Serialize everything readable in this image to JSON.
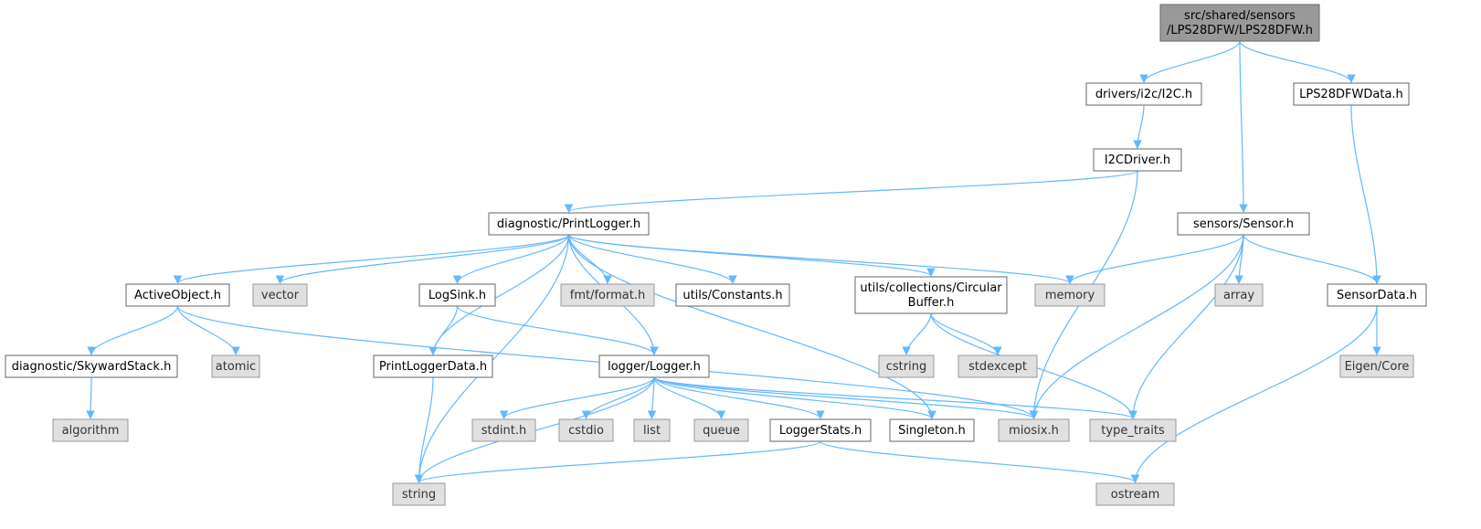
{
  "colors": {
    "edge": "#63b8ff",
    "root_fill": "#999999",
    "file_fill": "#ffffff",
    "system_fill": "#e0e0e0",
    "border": "#666666"
  },
  "nodes": [
    {
      "id": "root",
      "kind": "root",
      "lines": [
        "src/shared/sensors",
        "/LPS28DFW/LPS28DFW.h"
      ]
    },
    {
      "id": "i2c",
      "kind": "file",
      "lines": [
        "drivers/i2c/I2C.h"
      ]
    },
    {
      "id": "lpsdata",
      "kind": "file",
      "lines": [
        "LPS28DFWData.h"
      ]
    },
    {
      "id": "i2cdriver",
      "kind": "file",
      "lines": [
        "I2CDriver.h"
      ]
    },
    {
      "id": "sensor",
      "kind": "file",
      "lines": [
        "sensors/Sensor.h"
      ]
    },
    {
      "id": "printlogger",
      "kind": "file",
      "lines": [
        "diagnostic/PrintLogger.h"
      ]
    },
    {
      "id": "activeobject",
      "kind": "file",
      "lines": [
        "ActiveObject.h"
      ]
    },
    {
      "id": "vector",
      "kind": "sys",
      "lines": [
        "vector"
      ]
    },
    {
      "id": "logsink",
      "kind": "file",
      "lines": [
        "LogSink.h"
      ]
    },
    {
      "id": "fmt",
      "kind": "sys",
      "lines": [
        "fmt/format.h"
      ]
    },
    {
      "id": "constants",
      "kind": "file",
      "lines": [
        "utils/Constants.h"
      ]
    },
    {
      "id": "circbuf",
      "kind": "file",
      "lines": [
        "utils/collections/Circular",
        "Buffer.h"
      ]
    },
    {
      "id": "memory",
      "kind": "sys",
      "lines": [
        "memory"
      ]
    },
    {
      "id": "array",
      "kind": "sys",
      "lines": [
        "array"
      ]
    },
    {
      "id": "sensordata",
      "kind": "file",
      "lines": [
        "SensorData.h"
      ]
    },
    {
      "id": "skyward",
      "kind": "file",
      "lines": [
        "diagnostic/SkywardStack.h"
      ]
    },
    {
      "id": "atomic",
      "kind": "sys",
      "lines": [
        "atomic"
      ]
    },
    {
      "id": "printloggerdata",
      "kind": "file",
      "lines": [
        "PrintLoggerData.h"
      ]
    },
    {
      "id": "logger",
      "kind": "file",
      "lines": [
        "logger/Logger.h"
      ]
    },
    {
      "id": "cstring",
      "kind": "sys",
      "lines": [
        "cstring"
      ]
    },
    {
      "id": "stdexcept",
      "kind": "sys",
      "lines": [
        "stdexcept"
      ]
    },
    {
      "id": "eigen",
      "kind": "sys",
      "lines": [
        "Eigen/Core"
      ]
    },
    {
      "id": "algorithm",
      "kind": "sys",
      "lines": [
        "algorithm"
      ]
    },
    {
      "id": "stdint",
      "kind": "sys",
      "lines": [
        "stdint.h"
      ]
    },
    {
      "id": "cstdio",
      "kind": "sys",
      "lines": [
        "cstdio"
      ]
    },
    {
      "id": "list",
      "kind": "sys",
      "lines": [
        "list"
      ]
    },
    {
      "id": "queue",
      "kind": "sys",
      "lines": [
        "queue"
      ]
    },
    {
      "id": "loggerstats",
      "kind": "file",
      "lines": [
        "LoggerStats.h"
      ]
    },
    {
      "id": "singleton",
      "kind": "file",
      "lines": [
        "Singleton.h"
      ]
    },
    {
      "id": "miosix",
      "kind": "sys",
      "lines": [
        "miosix.h"
      ]
    },
    {
      "id": "typetraits",
      "kind": "sys",
      "lines": [
        "type_traits"
      ]
    },
    {
      "id": "string",
      "kind": "sys",
      "lines": [
        "string"
      ]
    },
    {
      "id": "ostream",
      "kind": "sys",
      "lines": [
        "ostream"
      ]
    }
  ],
  "edges": [
    [
      "root",
      "i2c"
    ],
    [
      "root",
      "sensor"
    ],
    [
      "root",
      "lpsdata"
    ],
    [
      "i2c",
      "i2cdriver"
    ],
    [
      "lpsdata",
      "sensordata"
    ],
    [
      "i2cdriver",
      "printlogger"
    ],
    [
      "i2cdriver",
      "miosix"
    ],
    [
      "printlogger",
      "activeobject"
    ],
    [
      "printlogger",
      "vector"
    ],
    [
      "printlogger",
      "string"
    ],
    [
      "printlogger",
      "printloggerdata"
    ],
    [
      "printlogger",
      "logsink"
    ],
    [
      "printlogger",
      "logger"
    ],
    [
      "printlogger",
      "fmt"
    ],
    [
      "printlogger",
      "constants"
    ],
    [
      "printlogger",
      "circbuf"
    ],
    [
      "printlogger",
      "singleton"
    ],
    [
      "printlogger",
      "memory"
    ],
    [
      "sensor",
      "memory"
    ],
    [
      "sensor",
      "array"
    ],
    [
      "sensor",
      "sensordata"
    ],
    [
      "sensor",
      "miosix"
    ],
    [
      "sensor",
      "typetraits"
    ],
    [
      "activeobject",
      "skyward"
    ],
    [
      "activeobject",
      "atomic"
    ],
    [
      "activeobject",
      "miosix"
    ],
    [
      "logsink",
      "printloggerdata"
    ],
    [
      "logsink",
      "logger"
    ],
    [
      "circbuf",
      "cstring"
    ],
    [
      "circbuf",
      "stdexcept"
    ],
    [
      "circbuf",
      "typetraits"
    ],
    [
      "sensordata",
      "eigen"
    ],
    [
      "sensordata",
      "ostream"
    ],
    [
      "skyward",
      "algorithm"
    ],
    [
      "printloggerdata",
      "string"
    ],
    [
      "logger",
      "string"
    ],
    [
      "logger",
      "stdint"
    ],
    [
      "logger",
      "cstdio"
    ],
    [
      "logger",
      "list"
    ],
    [
      "logger",
      "queue"
    ],
    [
      "logger",
      "loggerstats"
    ],
    [
      "logger",
      "singleton"
    ],
    [
      "logger",
      "miosix"
    ],
    [
      "logger",
      "typetraits"
    ],
    [
      "loggerstats",
      "string"
    ],
    [
      "loggerstats",
      "ostream"
    ]
  ]
}
